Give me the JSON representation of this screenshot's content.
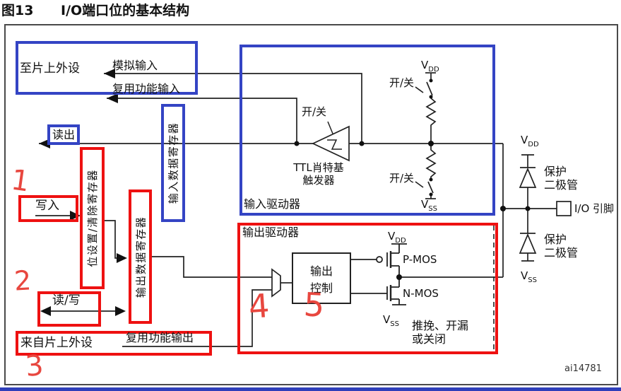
{
  "title": {
    "figure_label": "图13",
    "figure_title": "I/O端口位的基本结构"
  },
  "figure_id": "ai14781",
  "colors": {
    "box_red": "#ee1111",
    "box_blue": "#3444c4",
    "annotation_red": "#e8473f",
    "line_black": "#222222",
    "bottom_bar_blue": "#2f3fba"
  },
  "left_panel": {
    "to_peripherals": "至片上外设",
    "analog_input": "模拟输入",
    "alt_func_input": "复用功能输入",
    "read_out": "读出",
    "write_in": "写入",
    "read_write": "读/写",
    "from_peripherals": "来自片上外设",
    "alt_func_output": "复用功能输出",
    "input_data_register": "输入数据寄存器",
    "bit_set_reset_register": "位设置/清除寄存器",
    "output_data_register": "输出数据寄存器"
  },
  "input_driver": {
    "label": "输入驱动器",
    "on_off": "开/关",
    "schmitt_line1": "TTL肖特基",
    "schmitt_line2": "触发器"
  },
  "output_driver": {
    "label": "输出驱动器",
    "output_control_line1": "输出",
    "output_control_line2": "控制",
    "pmos": "P-MOS",
    "nmos": "N-MOS",
    "mode_line1": "推挽、开漏",
    "mode_line2": "或关闭"
  },
  "right_panel": {
    "protection_line1": "保护",
    "protection_line2": "二极管",
    "io_pin": "I/O 引脚"
  },
  "power": {
    "vdd": {
      "v": "V",
      "sub": "DD"
    },
    "vss": {
      "v": "V",
      "sub": "SS"
    }
  },
  "annotations": {
    "n1": "1",
    "n2": "2",
    "n3": "3",
    "n4": "4",
    "n5": "5"
  }
}
